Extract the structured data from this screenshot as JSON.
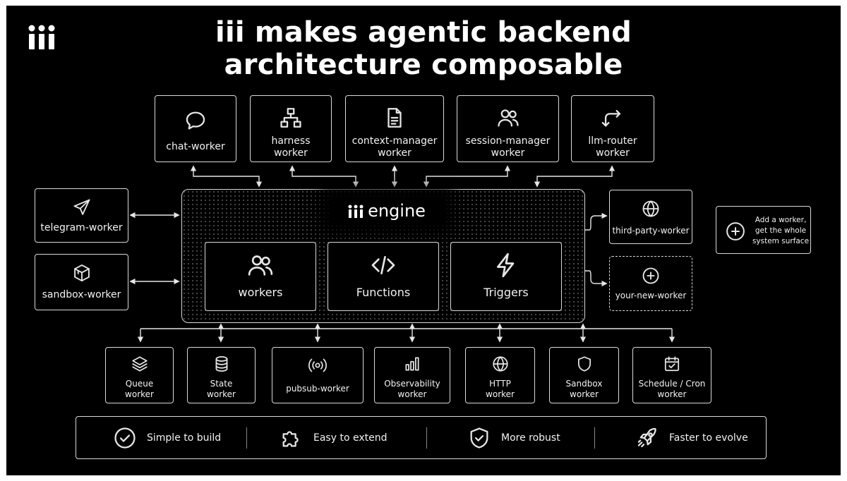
{
  "header": {
    "logo_icon": "iii-logo-icon",
    "title_line1": "iii makes agentic backend",
    "title_line2": "architecture composable"
  },
  "top_workers": [
    {
      "label_1": "chat-worker",
      "label_2": "",
      "icon": "chat-bubble-icon"
    },
    {
      "label_1": "harness",
      "label_2": "worker",
      "icon": "hierarchy-icon"
    },
    {
      "label_1": "context-manager",
      "label_2": "worker",
      "icon": "document-icon"
    },
    {
      "label_1": "session-manager",
      "label_2": "worker",
      "icon": "users-icon"
    },
    {
      "label_1": "llm-router",
      "label_2": "worker",
      "icon": "route-arrows-icon"
    }
  ],
  "left_workers": [
    {
      "label": "telegram-worker",
      "icon": "send-icon"
    },
    {
      "label": "sandbox-worker",
      "icon": "box-icon"
    }
  ],
  "engine": {
    "title": "engine",
    "modules": [
      {
        "label": "workers",
        "icon": "users-icon"
      },
      {
        "label": "Functions",
        "icon": "code-icon"
      },
      {
        "label": "Triggers",
        "icon": "lightning-icon"
      }
    ]
  },
  "right_workers": [
    {
      "label": "third-party-worker",
      "icon": "globe-icon"
    },
    {
      "label": "your-new-worker",
      "icon": "plus-circle-icon"
    }
  ],
  "add_worker_note": {
    "line1": "Add a worker,",
    "line2": "get the whole",
    "line3": "system surface",
    "icon": "plus-circle-icon"
  },
  "bottom_workers": [
    {
      "label_1": "Queue",
      "label_2": "worker",
      "icon": "layers-icon"
    },
    {
      "label_1": "State",
      "label_2": "worker",
      "icon": "database-icon"
    },
    {
      "label_1": "pubsub-worker",
      "label_2": "",
      "icon": "broadcast-icon"
    },
    {
      "label_1": "Observability",
      "label_2": "worker",
      "icon": "bar-chart-icon"
    },
    {
      "label_1": "HTTP",
      "label_2": "worker",
      "icon": "globe-icon"
    },
    {
      "label_1": "Sandbox",
      "label_2": "worker",
      "icon": "shield-icon"
    },
    {
      "label_1": "Schedule / Cron",
      "label_2": "worker",
      "icon": "calendar-icon"
    }
  ],
  "benefits": [
    {
      "label": "Simple to build",
      "icon": "check-circle-icon"
    },
    {
      "label": "Easy to extend",
      "icon": "puzzle-icon"
    },
    {
      "label": "More robust",
      "icon": "shield-check-icon"
    },
    {
      "label": "Faster to evolve",
      "icon": "rocket-icon"
    }
  ]
}
